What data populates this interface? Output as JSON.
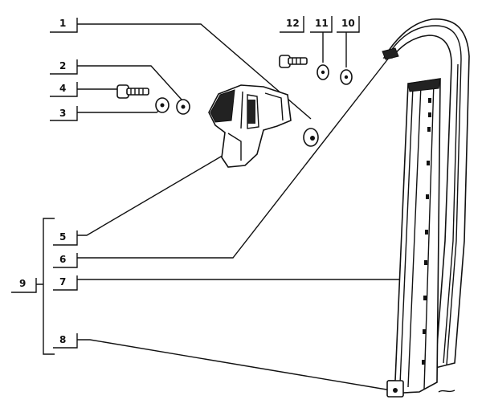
{
  "callouts": {
    "c1": "1",
    "c2": "2",
    "c3": "3",
    "c4": "4",
    "c5": "5",
    "c6": "6",
    "c7": "7",
    "c8": "8",
    "c9": "9",
    "c10": "10",
    "c11": "11",
    "c12": "12"
  },
  "colors": {
    "ink": "#111111",
    "background": "#ffffff"
  }
}
